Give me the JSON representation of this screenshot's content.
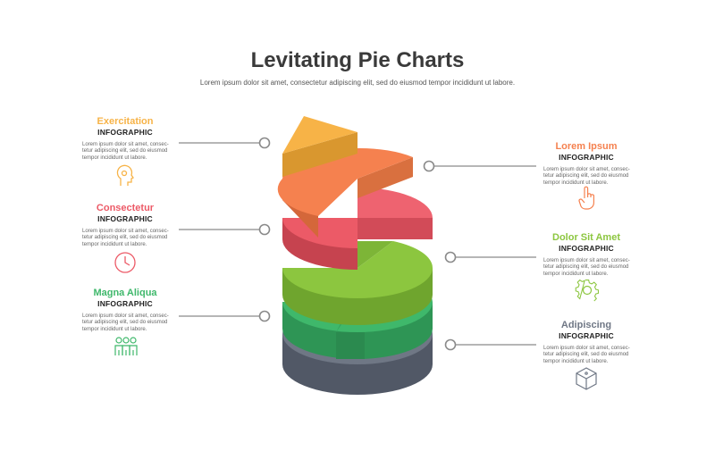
{
  "title": "Levitating Pie Charts",
  "subtitle": "Lorem ipsum dolor sit amet, consectetur adipiscing elit, sed do eiusmod tempor incididunt ut labore.",
  "colors": {
    "yellow": "#f7b347",
    "orange": "#f5814f",
    "red": "#ec5a67",
    "lightgreen": "#8cc63f",
    "green": "#3fb86b",
    "gray": "#6f7785"
  },
  "left_items": [
    {
      "title": "Exercitation",
      "subtitle": "INFOGRAPHIC",
      "body": "Lorem ipsum dolor sit amet, consec-tetur adipiscing elit, sed do eiusmod tempor incididunt ut labore.",
      "color": "#f7b347",
      "icon": "head-person-icon"
    },
    {
      "title": "Consectetur",
      "subtitle": "INFOGRAPHIC",
      "body": "Lorem ipsum dolor sit amet, consec-tetur adipiscing elit, sed do eiusmod tempor incididunt ut labore.",
      "color": "#ec5a67",
      "icon": "clock-icon"
    },
    {
      "title": "Magna Aliqua",
      "subtitle": "INFOGRAPHIC",
      "body": "Lorem ipsum dolor sit amet, consec-tetur adipiscing elit, sed do eiusmod tempor incididunt ut labore.",
      "color": "#3fb86b",
      "icon": "team-people-icon"
    }
  ],
  "right_items": [
    {
      "title": "Lorem Ipsum",
      "subtitle": "INFOGRAPHIC",
      "body": "Lorem ipsum dolor sit amet, consec-tetur adipiscing elit, sed do eiusmod tempor incididunt ut labore.",
      "color": "#f5814f",
      "icon": "hand-pointer-icon"
    },
    {
      "title": "Dolor Sit Amet",
      "subtitle": "INFOGRAPHIC",
      "body": "Lorem ipsum dolor sit amet, consec-tetur adipiscing elit, sed do eiusmod tempor incididunt ut labore.",
      "color": "#8cc63f",
      "icon": "gear-icon"
    },
    {
      "title": "Adipiscing",
      "subtitle": "INFOGRAPHIC",
      "body": "Lorem ipsum dolor sit amet, consec-tetur adipiscing elit, sed do eiusmod tempor incididunt ut labore.",
      "color": "#6f7785",
      "icon": "cube-box-icon"
    }
  ]
}
